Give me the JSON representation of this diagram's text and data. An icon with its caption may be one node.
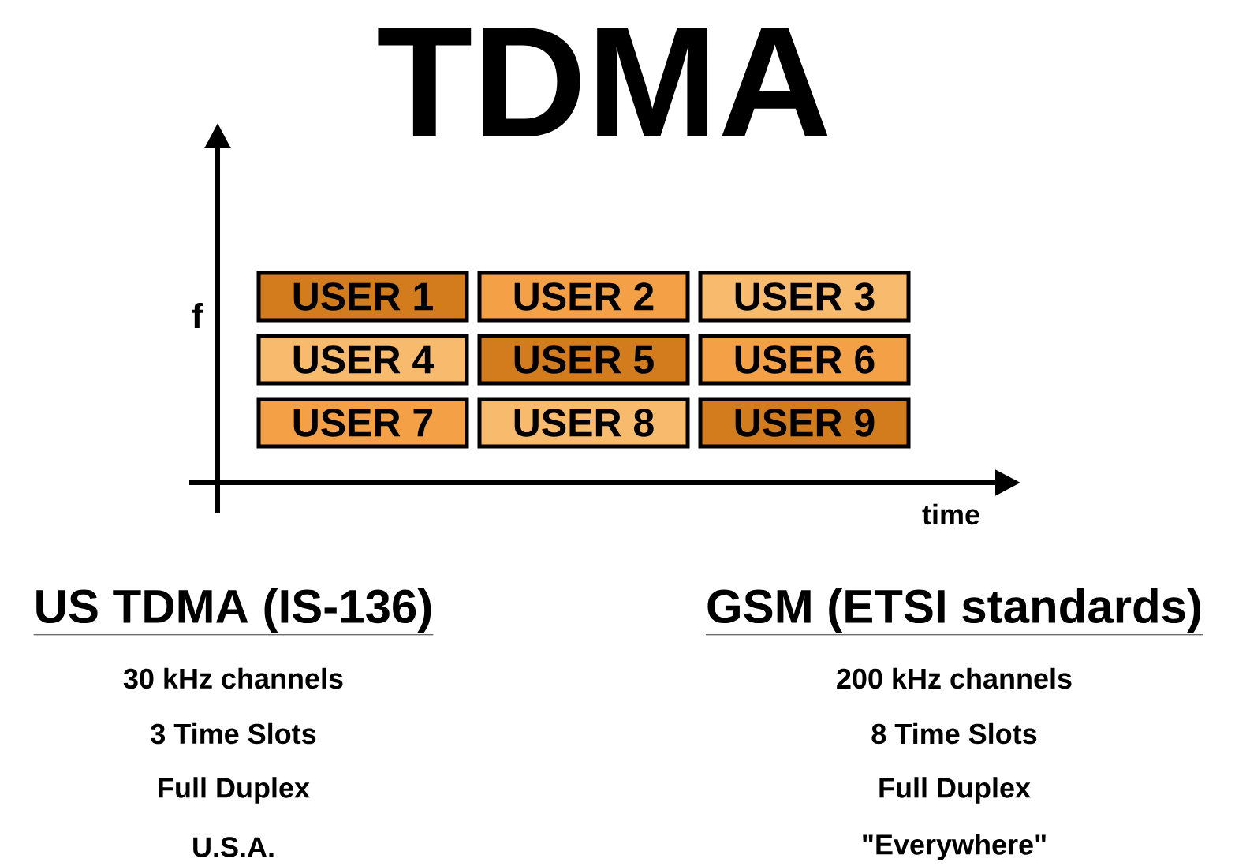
{
  "diagram": {
    "title": "TDMA",
    "nodes": [
      {
        "text": [
          "USER 1"
        ]
      },
      {
        "text": [
          "USER 2"
        ]
      },
      {
        "text": [
          "USER 3"
        ]
      },
      {
        "text": [
          "USER 4"
        ]
      },
      {
        "text": [
          "USER 5"
        ]
      },
      {
        "text": [
          "USER 6"
        ]
      },
      {
        "text": [
          "USER 7"
        ]
      },
      {
        "text": [
          "USER 8"
        ]
      },
      {
        "text": [
          "USER 9"
        ]
      }
    ],
    "labels": [
      "f",
      "time",
      "US TDMA (IS-136)",
      "30 kHz channels",
      "3 Time Slots",
      "Full Duplex",
      "U.S.A.",
      "GSM (ETSI standards)",
      "200 kHz channels",
      "8 Time Slots",
      "Full Duplex",
      "\"Everywhere\""
    ]
  }
}
